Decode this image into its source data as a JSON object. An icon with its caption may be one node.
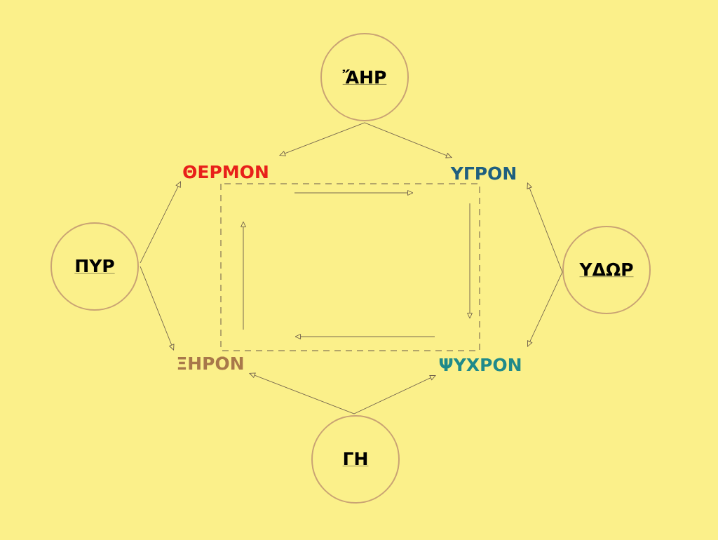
{
  "diagram": {
    "nodes": [
      {
        "text": [
          "ἌΗΡ"
        ]
      },
      {
        "text": [
          "ΠΥΡ"
        ]
      },
      {
        "text": [
          "ΥΔΩΡ"
        ]
      },
      {
        "text": [
          "ΓΗ"
        ]
      },
      {
        "text": [
          "ΘΕΡΜΟΝ"
        ]
      },
      {
        "text": [
          "ΥΓΡΟΝ"
        ]
      },
      {
        "text": [
          "ΞΗΡΟΝ"
        ]
      },
      {
        "text": [
          "ΨΥΧΡΟΝ"
        ]
      }
    ],
    "edges": [
      {
        "from": 0,
        "to": 4,
        "arrow": "to"
      },
      {
        "from": 0,
        "to": 5,
        "arrow": "to"
      },
      {
        "from": 1,
        "to": 4,
        "arrow": "to"
      },
      {
        "from": 1,
        "to": 6,
        "arrow": "to"
      },
      {
        "from": 2,
        "to": 5,
        "arrow": "to"
      },
      {
        "from": 2,
        "to": 7,
        "arrow": "to"
      },
      {
        "from": 3,
        "to": 6,
        "arrow": "to"
      },
      {
        "from": 3,
        "to": 7,
        "arrow": "to"
      }
    ]
  }
}
